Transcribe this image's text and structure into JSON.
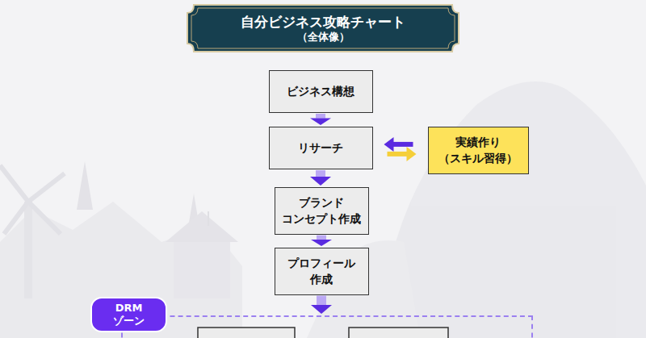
{
  "diagram": {
    "title": "自分ビジネス攻略チャート",
    "nodes": [
      {
        "text": [
          "ビジネス構想"
        ]
      },
      {
        "text": [
          "リサーチ"
        ]
      },
      {
        "text": [
          "ブランド コンセプト作成"
        ]
      },
      {
        "text": [
          "プロフィール 作成"
        ]
      },
      {
        "text": [
          "実績作り （スキル習得）"
        ]
      },
      {
        "text": [
          "DRM ゾーン"
        ]
      }
    ],
    "edges": [
      {
        "from": 0,
        "to": 1,
        "arrow": "to"
      },
      {
        "from": 1,
        "to": 2,
        "arrow": "to"
      },
      {
        "from": 2,
        "to": 3,
        "arrow": "to"
      },
      {
        "from": 3,
        "to": 5,
        "arrow": "to"
      },
      {
        "from": 1,
        "to": 4,
        "arrow": "both"
      }
    ],
    "labels": [
      "（全体像）"
    ]
  }
}
